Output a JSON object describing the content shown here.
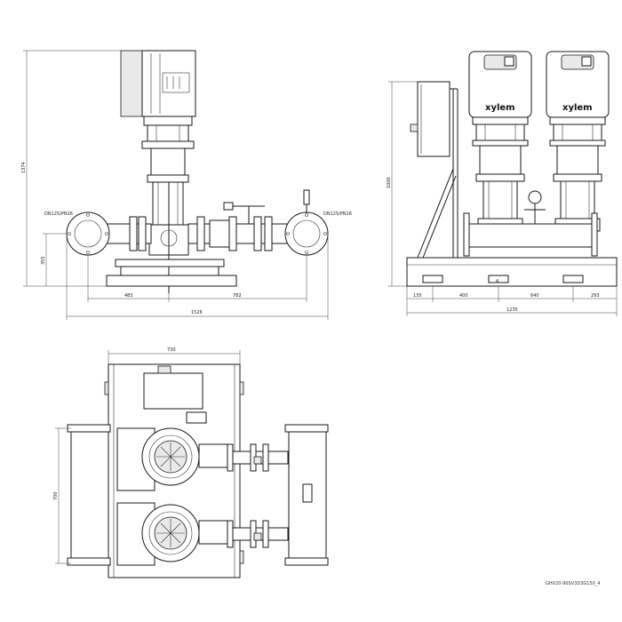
{
  "brand": "xylem",
  "drawing_code": "GHV20-90SV3D3G150_4",
  "side_view": {
    "height_dim": "1374",
    "flange_left": "DN125/PN16",
    "flange_right": "DN125/PN16",
    "axis_height": "355",
    "dim_a": "483",
    "dim_b": "782",
    "overall": "1526"
  },
  "front_view": {
    "height_dim": "1000",
    "d1": "135",
    "d2": "400",
    "d3": "640",
    "d4": "293",
    "overall": "1235",
    "small_mark": "4"
  },
  "top_view": {
    "width_dim": "730",
    "depth_dim": "700"
  }
}
